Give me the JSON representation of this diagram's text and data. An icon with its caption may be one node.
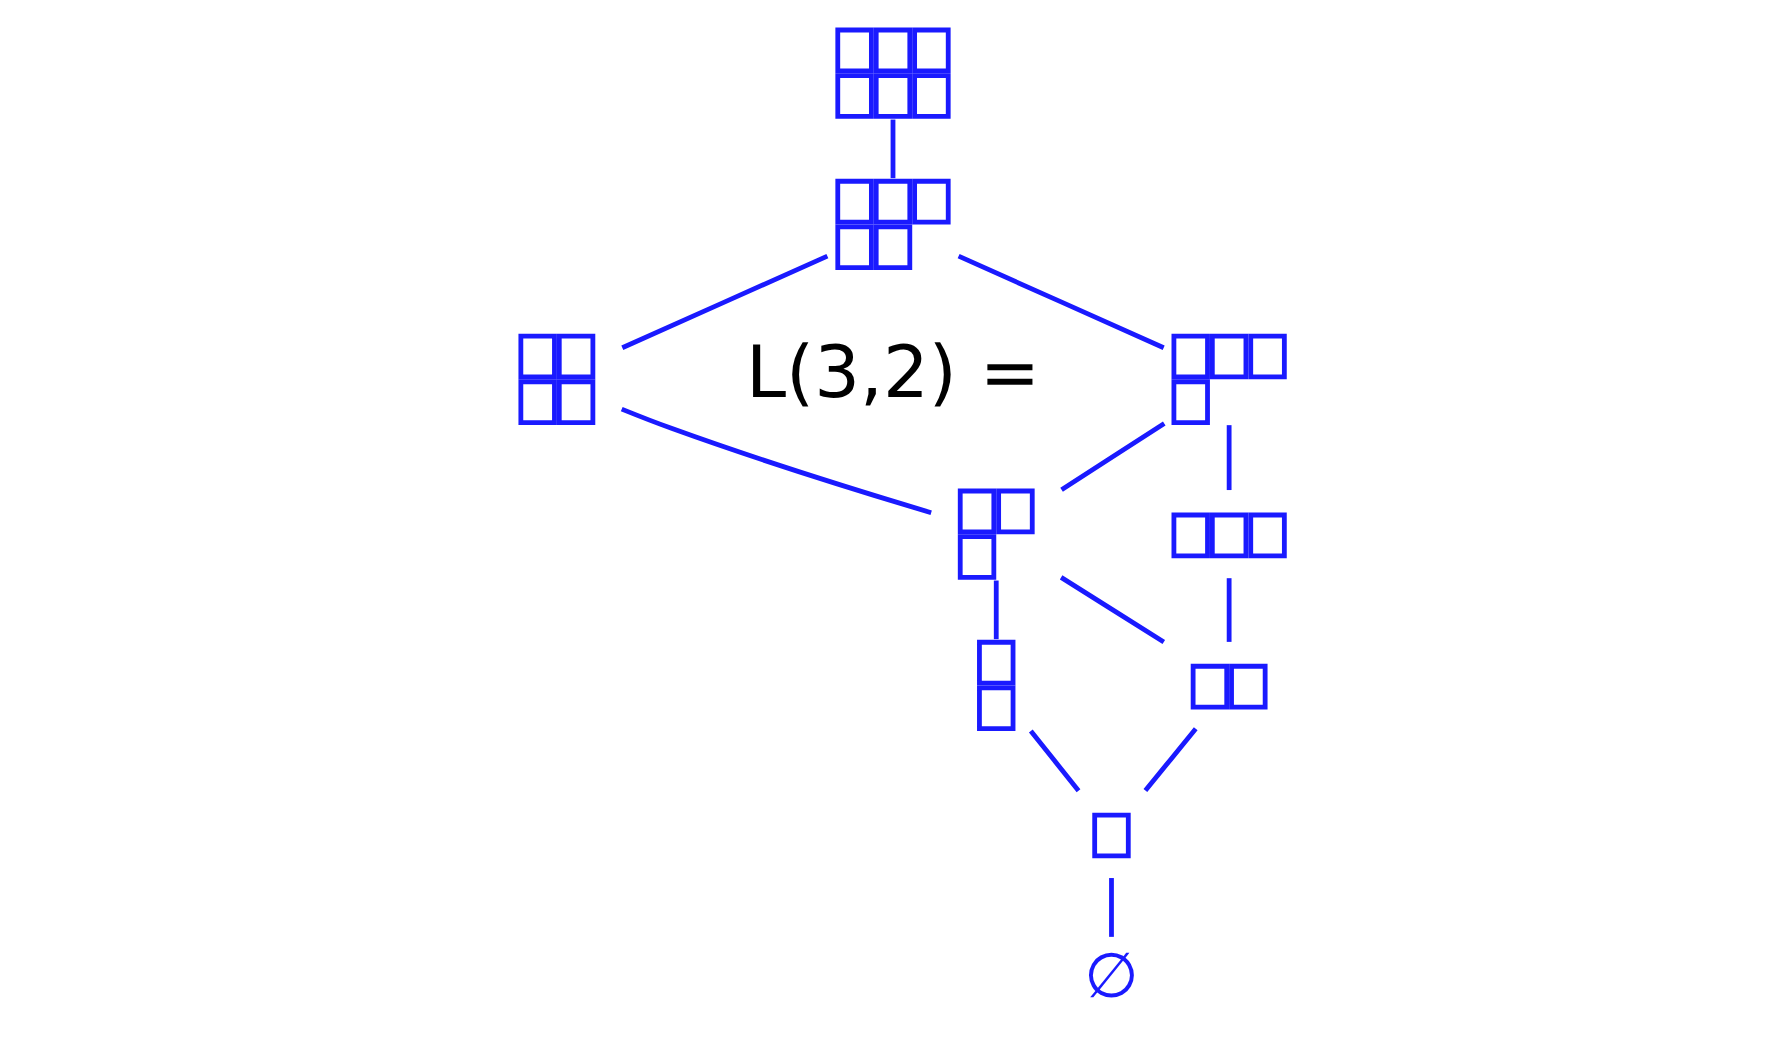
{
  "diagram": {
    "nodes": [
      {
        "text": [],
        "shape": "box"
      },
      {
        "text": [],
        "shape": "box"
      },
      {
        "text": [],
        "shape": "box"
      },
      {
        "text": [],
        "shape": "box"
      },
      {
        "text": [],
        "shape": "box"
      },
      {
        "text": [],
        "shape": "box"
      },
      {
        "text": [],
        "shape": "box"
      },
      {
        "text": [],
        "shape": "box"
      },
      {
        "text": [],
        "shape": "box"
      },
      {
        "text": [
          "∅"
        ]
      }
    ],
    "edges": [
      {
        "from": 0,
        "to": 1,
        "arrow": "none"
      },
      {
        "from": 1,
        "to": 2,
        "arrow": "none"
      },
      {
        "from": 1,
        "to": 3,
        "arrow": "none"
      },
      {
        "from": 2,
        "to": 4,
        "arrow": "none"
      },
      {
        "from": 3,
        "to": 4,
        "arrow": "none"
      },
      {
        "from": 3,
        "to": 5,
        "arrow": "none"
      },
      {
        "from": 4,
        "to": 6,
        "arrow": "none"
      },
      {
        "from": 4,
        "to": 7,
        "arrow": "none"
      },
      {
        "from": 5,
        "to": 7,
        "arrow": "none"
      },
      {
        "from": 6,
        "to": 8,
        "arrow": "none"
      },
      {
        "from": 7,
        "to": 8,
        "arrow": "none"
      },
      {
        "from": 8,
        "to": 9,
        "arrow": "none"
      }
    ],
    "labels": [
      "L(3,2) ="
    ]
  }
}
